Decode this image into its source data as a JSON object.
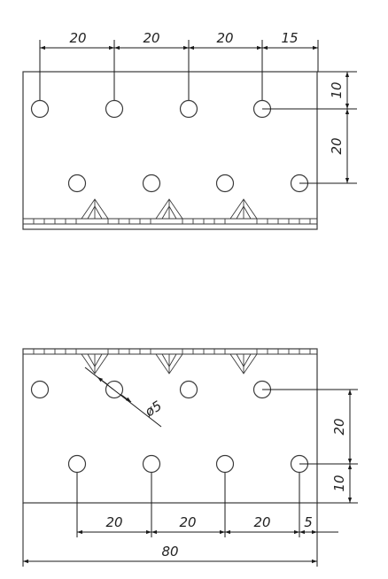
{
  "top_view": {
    "dims_top": [
      "20",
      "20",
      "20",
      "15"
    ],
    "dims_right": [
      "10",
      "20"
    ]
  },
  "bottom_view": {
    "hole_label": "ø5",
    "dims_right": [
      "20",
      "10"
    ],
    "dims_bottom": [
      "20",
      "20",
      "20",
      "5"
    ],
    "overall_width": "80"
  }
}
